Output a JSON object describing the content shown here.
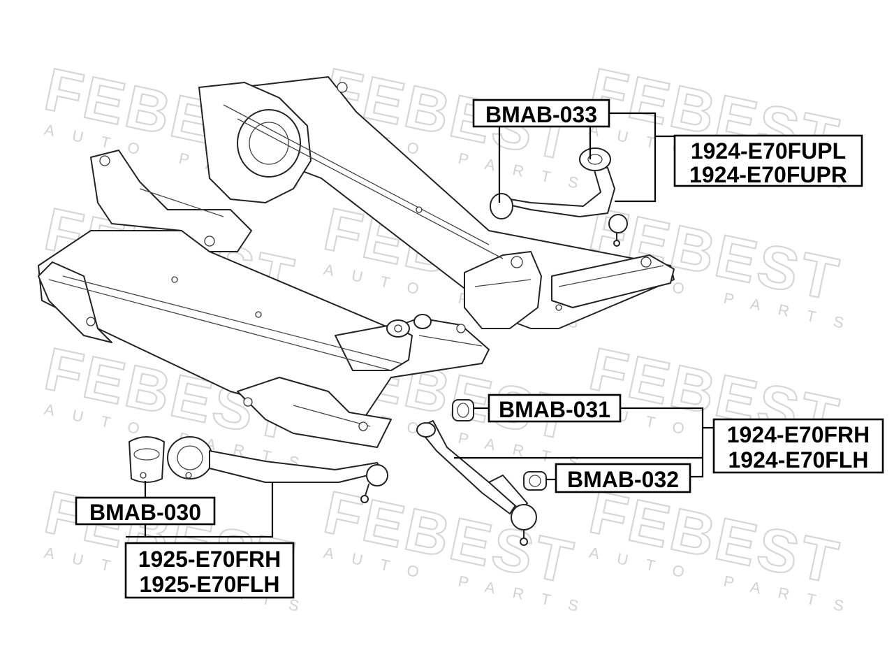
{
  "watermark": {
    "brand": "FEBEST",
    "subtitle": "AUTO PARTS"
  },
  "labels": {
    "upper_bushing": "BMAB-033",
    "upper_arm_left": "1924-E70FUPL",
    "upper_arm_right": "1924-E70FUPR",
    "front_bushing": "BMAB-031",
    "lower_bushing_small": "BMAB-032",
    "lower_arm_right": "1924-E70FRH",
    "lower_arm_left": "1924-E70FLH",
    "rear_bushing": "BMAB-030",
    "rear_arm_right": "1925-E70FRH",
    "rear_arm_left": "1925-E70FLH"
  }
}
